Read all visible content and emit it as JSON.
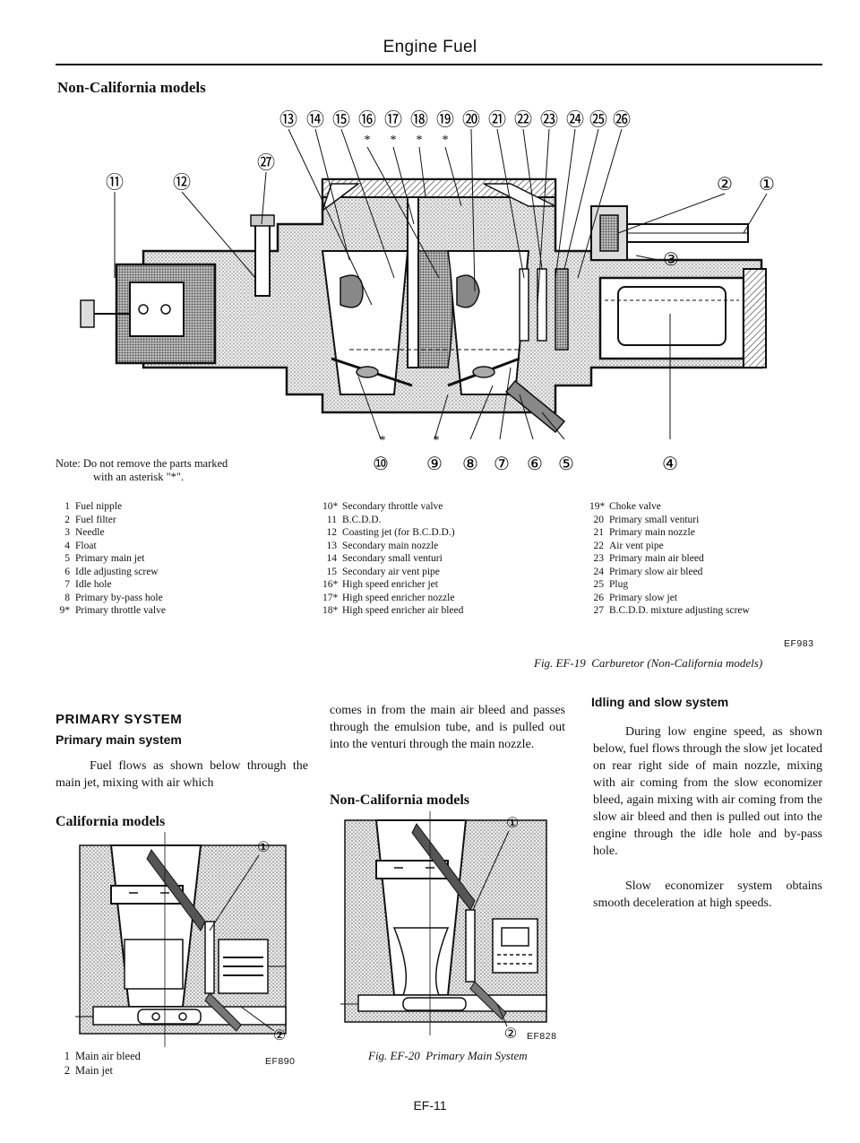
{
  "header": {
    "title": "Engine Fuel"
  },
  "top_section": {
    "label": "Non-California models"
  },
  "figure_main": {
    "callouts_top": [
      "⑬",
      "⑭",
      "⑮",
      "⑯",
      "⑰",
      "⑱",
      "⑲",
      "⑳",
      "㉑",
      "㉒",
      "㉓",
      "㉔",
      "㉕",
      "㉖"
    ],
    "callout_27": "㉗",
    "callout_11": "⑪",
    "callout_12": "⑫",
    "callout_2": "②",
    "callout_1": "①",
    "callout_3": "③",
    "callouts_bottom": [
      "⑩",
      "⑨",
      "⑧",
      "⑦",
      "⑥",
      "⑤"
    ],
    "callout_4": "④",
    "asterisk": "*",
    "note": "Note: Do not remove the parts marked",
    "note2": "with an asterisk \"*\".",
    "code": "EF983",
    "caption_num": "Fig. EF-19",
    "caption_text": "Carburetor (Non-California models)"
  },
  "parts_col1": [
    {
      "n": "1",
      "t": "Fuel nipple"
    },
    {
      "n": "2",
      "t": "Fuel filter"
    },
    {
      "n": "3",
      "t": "Needle"
    },
    {
      "n": "4",
      "t": "Float"
    },
    {
      "n": "5",
      "t": "Primary main jet"
    },
    {
      "n": "6",
      "t": "Idle adjusting screw"
    },
    {
      "n": "7",
      "t": "Idle hole"
    },
    {
      "n": "8",
      "t": "Primary by-pass hole"
    },
    {
      "n": "9*",
      "t": "Primary throttle valve"
    }
  ],
  "parts_col2": [
    {
      "n": "10*",
      "t": "Secondary throttle valve"
    },
    {
      "n": "11",
      "t": "B.C.D.D."
    },
    {
      "n": "12",
      "t": "Coasting jet (for B.C.D.D.)"
    },
    {
      "n": "13",
      "t": "Secondary main nozzle"
    },
    {
      "n": "14",
      "t": "Secondary small venturi"
    },
    {
      "n": "15",
      "t": "Secondary air vent pipe"
    },
    {
      "n": "16*",
      "t": "High speed enricher jet"
    },
    {
      "n": "17*",
      "t": "High speed enricher nozzle"
    },
    {
      "n": "18*",
      "t": "High speed enricher air bleed"
    }
  ],
  "parts_col3": [
    {
      "n": "19*",
      "t": "Choke valve"
    },
    {
      "n": "20",
      "t": "Primary small venturi"
    },
    {
      "n": "21",
      "t": "Primary main nozzle"
    },
    {
      "n": "22",
      "t": "Air vent pipe"
    },
    {
      "n": "23",
      "t": "Primary main air bleed"
    },
    {
      "n": "24",
      "t": "Primary slow air bleed"
    },
    {
      "n": "25",
      "t": "Plug"
    },
    {
      "n": "26",
      "t": "Primary slow jet"
    },
    {
      "n": "27",
      "t": "B.C.D.D. mixture adjusting screw"
    }
  ],
  "primary": {
    "heading": "PRIMARY SYSTEM",
    "subheading": "Primary main system",
    "text": "Fuel flows as shown below through the main jet, mixing with air which",
    "cont_text": "comes in from the main air bleed and passes through the emulsion tube, and is pulled out into the venturi through the main nozzle."
  },
  "cal_figure": {
    "label": "California models",
    "callout_1": "①",
    "callout_2": "②",
    "legend": [
      {
        "n": "1",
        "t": "Main air bleed"
      },
      {
        "n": "2",
        "t": "Main jet"
      }
    ],
    "code": "EF890"
  },
  "noncal_figure": {
    "label": "Non-California models",
    "callout_1": "①",
    "callout_2": "②",
    "code": "EF828",
    "caption_num": "Fig. EF-20",
    "caption_text": "Primary Main System"
  },
  "idling": {
    "heading": "Idling and slow system",
    "p1": "During low engine speed, as shown below, fuel flows through the slow jet located on rear right side of main nozzle, mixing with air coming from the slow economizer bleed, again mixing with air coming from the slow air bleed and then is pulled out into the engine through the idle hole and by-pass hole.",
    "p2": "Slow economizer system obtains smooth deceleration at high speeds."
  },
  "footer": {
    "page": "EF-11"
  }
}
